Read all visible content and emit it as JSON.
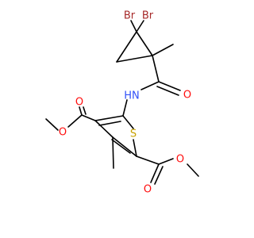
{
  "colors": {
    "carbon_bond": "#000000",
    "oxygen": "#ff0d0d",
    "nitrogen": "#3050f8",
    "sulfur": "#c8a200",
    "bromine": "#a62929"
  },
  "atoms": {
    "br1": "Br",
    "br2": "Br",
    "nh": "HN",
    "o_amide": "O",
    "o_left_carbonyl": "O",
    "o_left_ether": "O",
    "s_ring": "S",
    "o_right_ether": "O",
    "o_right_carbonyl": "O"
  }
}
